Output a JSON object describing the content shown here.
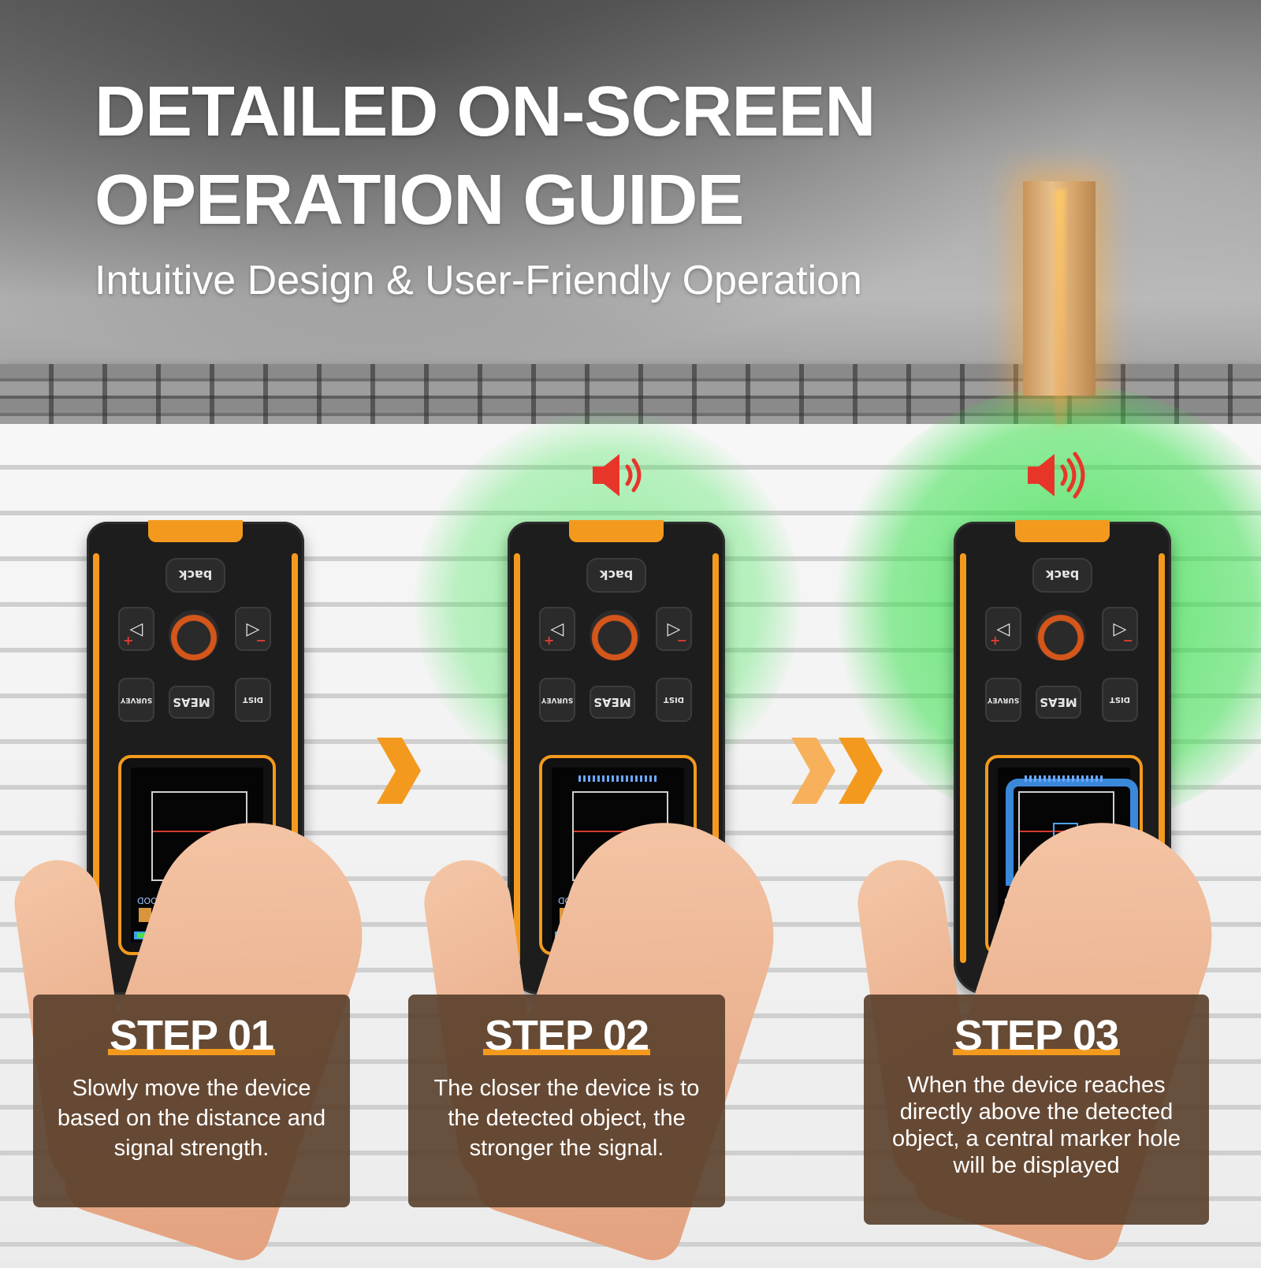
{
  "header": {
    "title_line1": "DETAILED ON-SCREEN",
    "title_line2": "OPERATION GUIDE",
    "subtitle": "Intuitive Design & User-Friendly Operation"
  },
  "device": {
    "back_label": "back",
    "meas_label": "MEAS",
    "survey_label": "SURVEY",
    "dist_label": "DIST",
    "plus_symbol": "+",
    "minus_symbol": "−",
    "left_symbol": "◁",
    "right_symbol": "▷",
    "wood_label": "WOOD"
  },
  "steps": [
    {
      "title": "STEP 01",
      "text": "Slowly move the device based on the distance and signal strength."
    },
    {
      "title": "STEP 02",
      "text": "The closer the device is to the detected object, the stronger the signal."
    },
    {
      "title": "STEP 03",
      "text": "When the device reaches directly above the detected object, a central marker hole will be displayed"
    }
  ],
  "colors": {
    "accent": "#f39a1e",
    "signal_green": "#3fe05a",
    "speaker_red": "#e8352a",
    "card_bg": "#583e2a"
  },
  "icons": [
    "speaker-icon",
    "chevron-right-icon",
    "double-chevron-right-icon",
    "power-icon",
    "wood-icon"
  ]
}
